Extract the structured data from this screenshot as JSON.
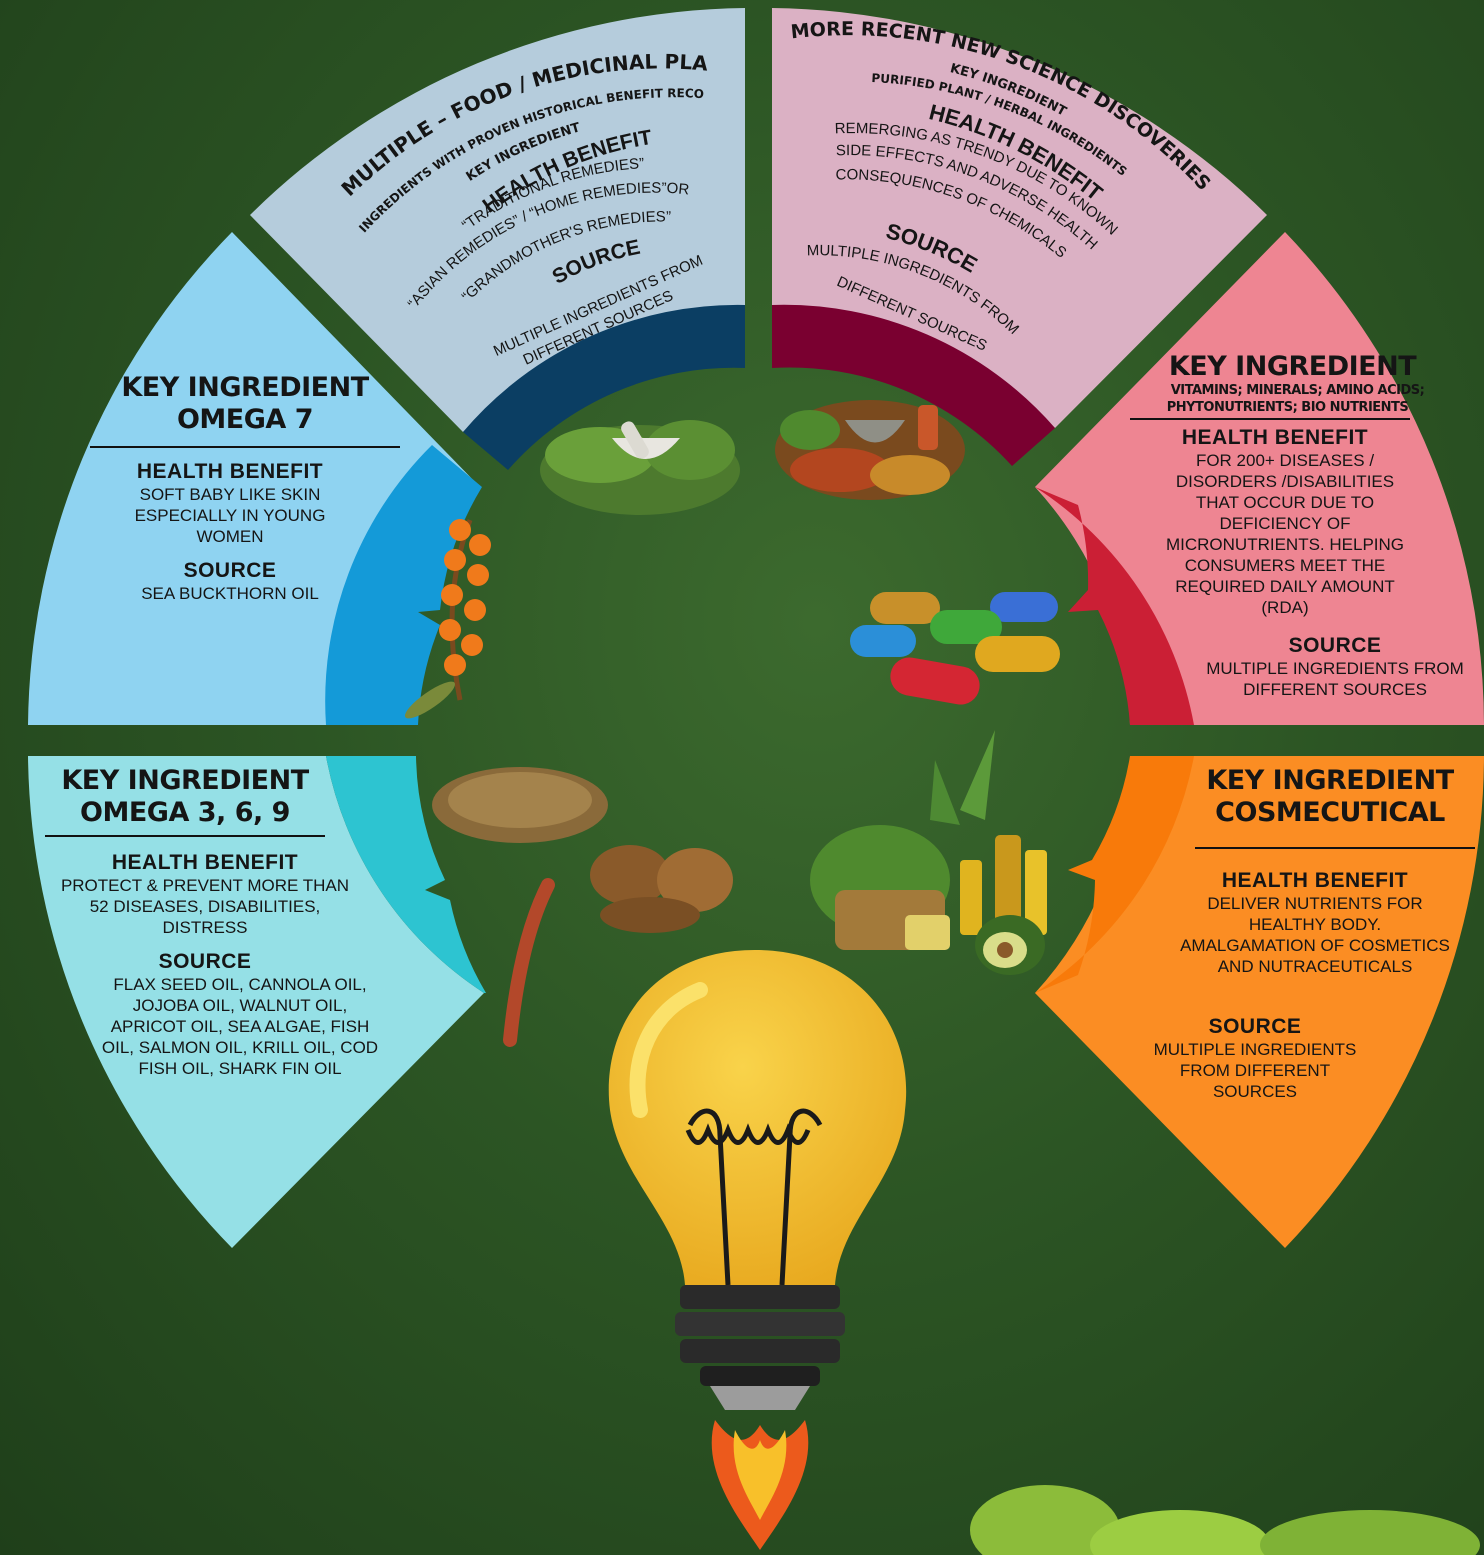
{
  "colors": {
    "bg": "#2d5726",
    "omega7": "#8fd3f1",
    "omega7_inner": "#149ad8",
    "omega369": "#95e0e6",
    "omega369_inner": "#2dc4d1",
    "food": "#b5ccdc",
    "food_inner": "#0b3e63",
    "science": "#dbb1c4",
    "science_inner": "#7a0030",
    "vitamins": "#ee8592",
    "vitamins_inner": "#cb1f35",
    "cosmeceutical": "#fb8d23",
    "cosmeceutical_inner": "#f87a0a"
  },
  "segments": {
    "food": {
      "key_label": "KEY INGREDIENT",
      "key_title": "MULTIPLE – FOOD / MEDICINAL PLANT",
      "key_desc": "INGREDIENTS WITH PROVEN HISTORICAL BENEFIT RECORDS",
      "health_label": "HEALTH BENEFIT",
      "health_line1": "“TRADITIONAL REMEDIES”",
      "health_line2": "“ASIAN REMEDIES” / “HOME REMEDIES”OR",
      "health_line3": "“GRANDMOTHER'S REMEDIES”",
      "source_label": "SOURCE",
      "source_line1": "MULTIPLE INGREDIENTS FROM",
      "source_line2": "DIFFERENT SOURCES"
    },
    "science": {
      "key_title": "MORE RECENT NEW SCIENCE DISCOVERIES",
      "key_label": "KEY INGREDIENT",
      "key_desc": "PURIFIED PLANT / HERBAL INGREDIENTS",
      "health_label": "HEALTH BENEFIT",
      "health_line1": "REMERGING AS TRENDY DUE TO KNOWN",
      "health_line2": "SIDE EFFECTS AND ADVERSE HEALTH",
      "health_line3": "CONSEQUENCES OF CHEMICALS",
      "source_label": "SOURCE",
      "source_line1": "MULTIPLE INGREDIENTS FROM",
      "source_line2": "DIFFERENT SOURCES"
    },
    "omega7": {
      "key_label": "KEY INGREDIENT",
      "key_title": "OMEGA 7",
      "health_label": "HEALTH BENEFIT",
      "health_text": "SOFT BABY LIKE SKIN ESPECIALLY IN YOUNG WOMEN",
      "source_label": "SOURCE",
      "source_text": "SEA BUCKTHORN OIL"
    },
    "vitamins": {
      "key_label": "KEY INGREDIENT",
      "key_desc1": "VITAMINS; MINERALS;  AMINO ACIDS;",
      "key_desc2": "PHYTONUTRIENTS;  BIO NUTRIENTS",
      "health_label": "HEALTH BENEFIT",
      "health_text": "FOR 200+ DISEASES / DISORDERS /DISABILITIES THAT OCCUR DUE TO DEFICIENCY OF MICRONUTRIENTS. HELPING CONSUMERS MEET THE REQUIRED DAILY AMOUNT (RDA)",
      "source_label": "SOURCE",
      "source_text": "MULTIPLE INGREDIENTS FROM DIFFERENT SOURCES"
    },
    "omega369": {
      "key_label": "KEY INGREDIENT",
      "key_title": "OMEGA 3, 6, 9",
      "health_label": "HEALTH BENEFIT",
      "health_text": "PROTECT & PREVENT MORE THAN 52 DISEASES, DISABILITIES, DISTRESS",
      "source_label": "SOURCE",
      "source_text": "FLAX SEED OIL, CANNOLA OIL, JOJOBA OIL, WALNUT OIL, APRICOT OIL, SEA ALGAE, FISH OIL, SALMON OIL, KRILL OIL, COD FISH OIL, SHARK FIN OIL"
    },
    "cosmeceutical": {
      "key_label": "KEY INGREDIENT",
      "key_title": "COSMECUTICAL",
      "health_label": "HEALTH BENEFIT",
      "health_text": "DELIVER NUTRIENTS FOR HEALTHY BODY. AMALGAMATION OF COSMETICS AND NUTRACEUTICALS",
      "source_label": "SOURCE",
      "source_text": "MULTIPLE INGREDIENTS FROM DIFFERENT SOURCES"
    }
  }
}
